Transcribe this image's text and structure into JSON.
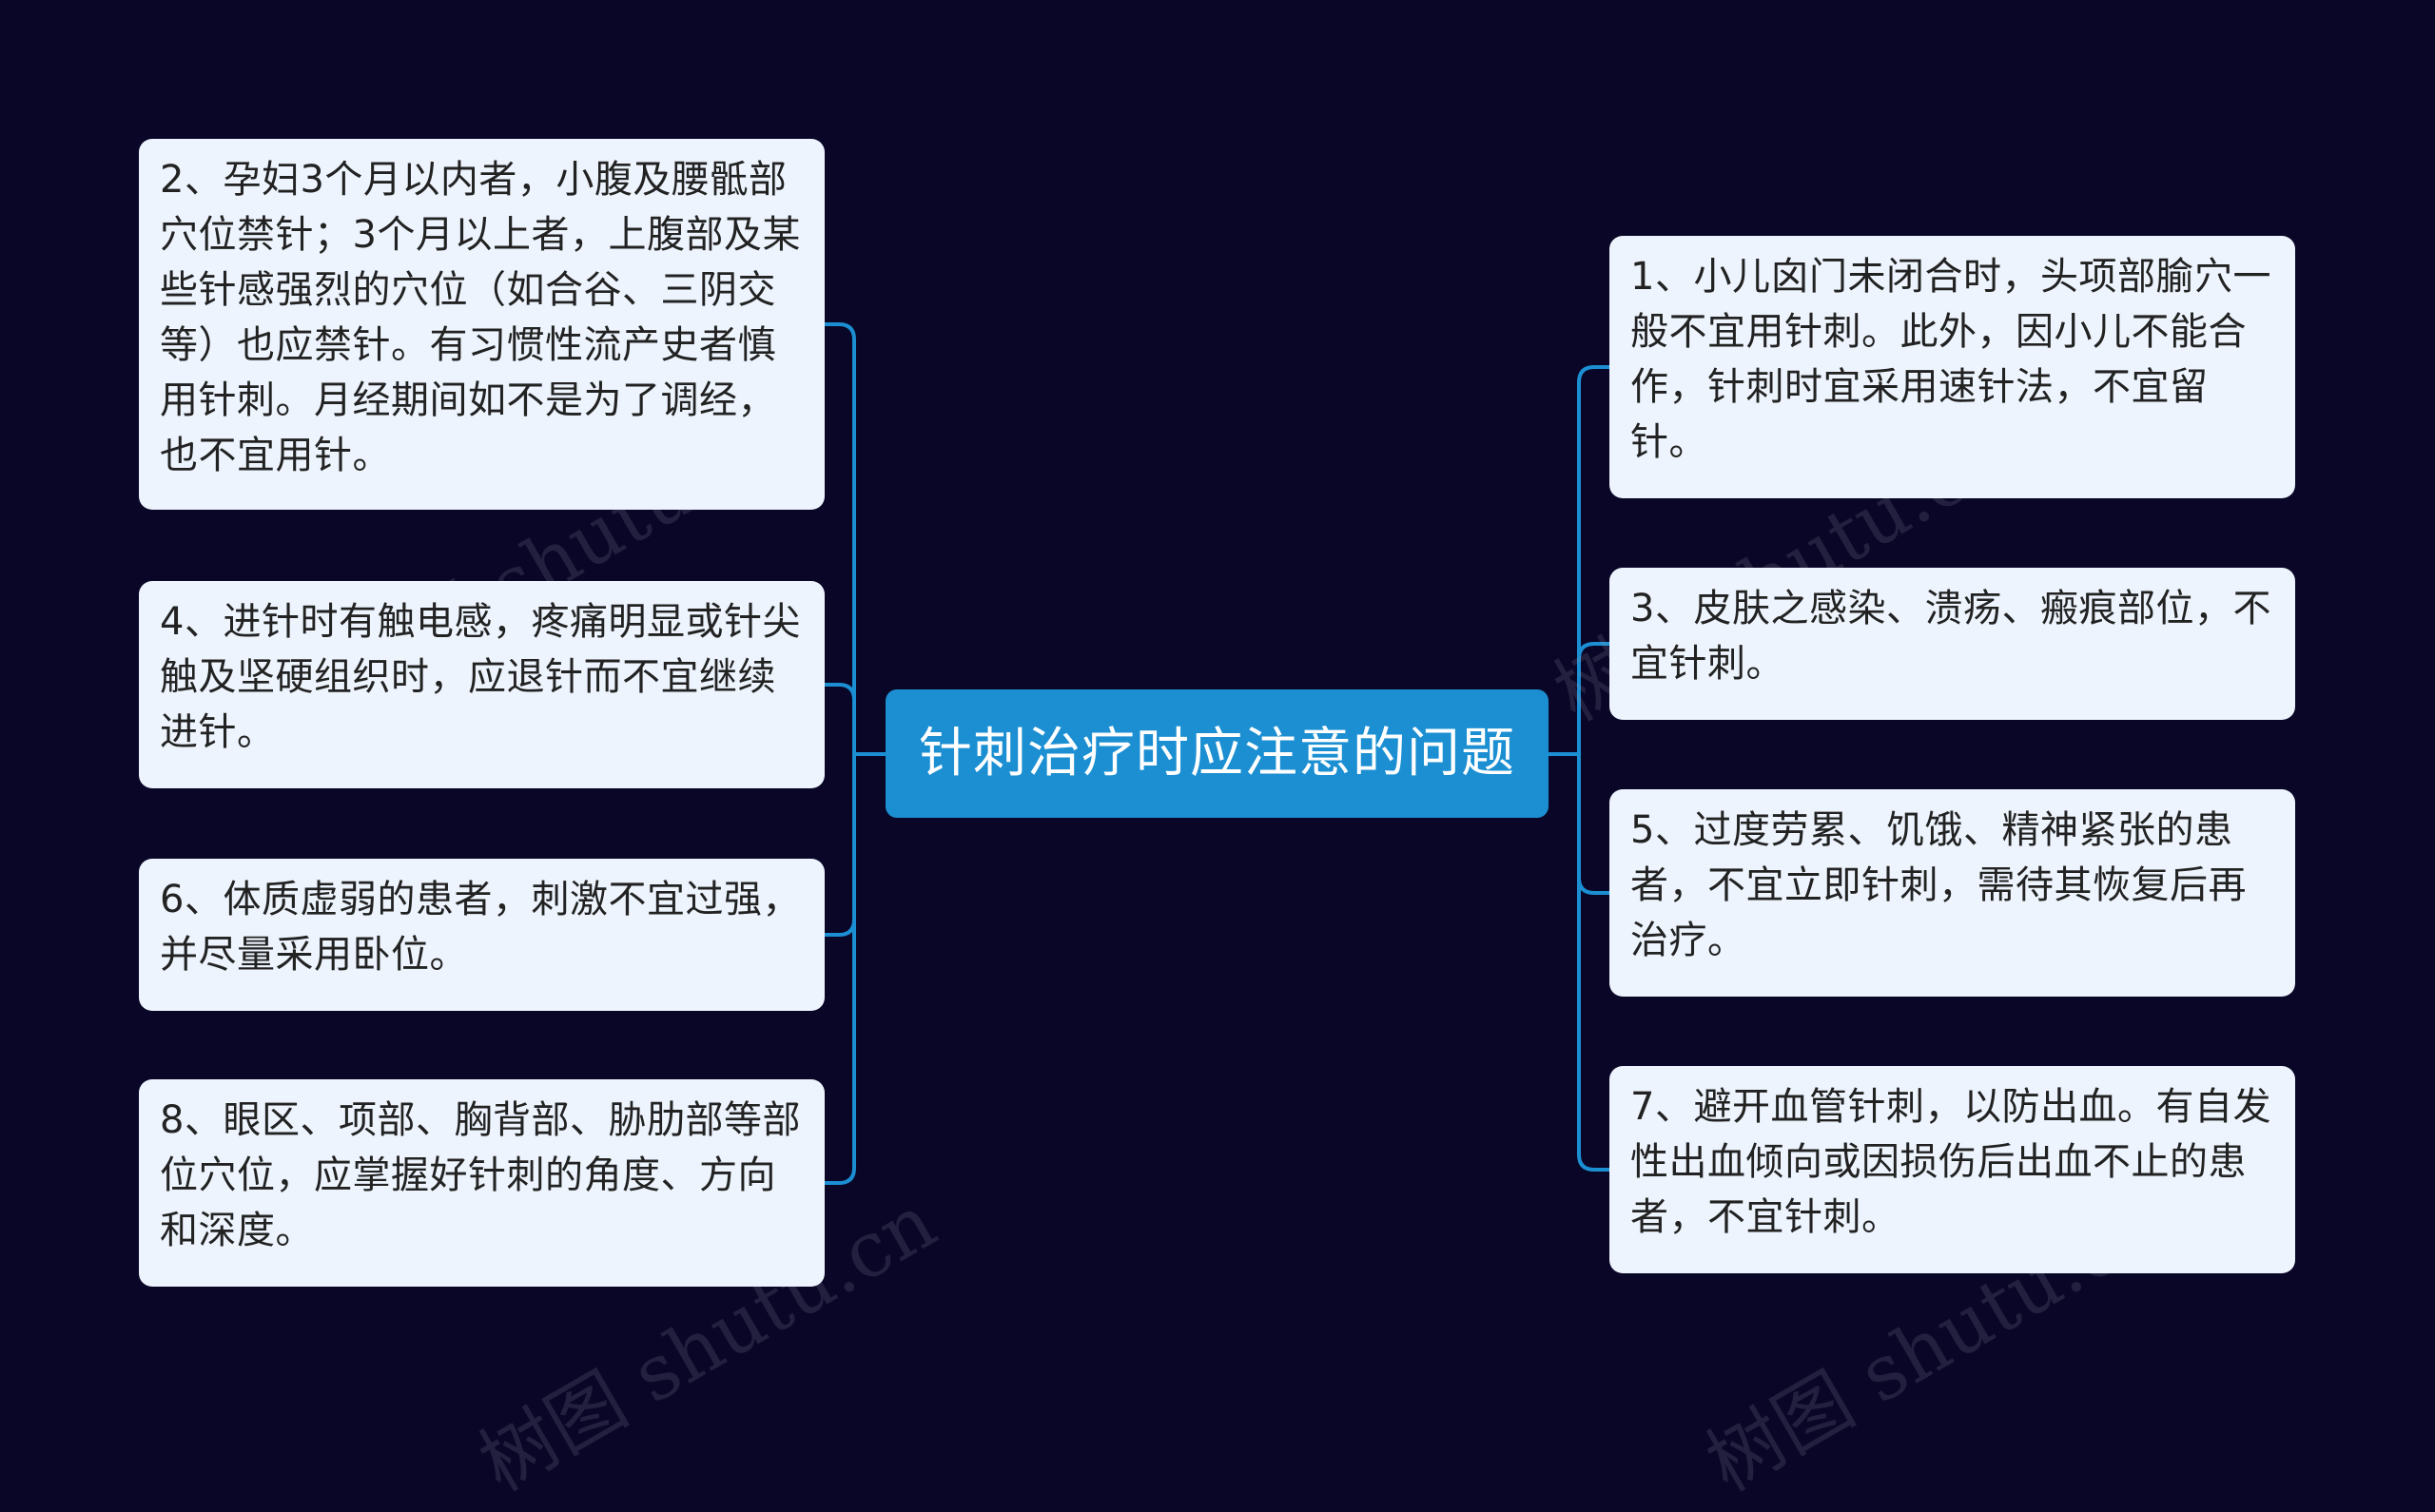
{
  "center": {
    "title": "针刺治疗时应注意的问题"
  },
  "left_topics": [
    {
      "text": "2、孕妇3个月以内者，小腹及腰骶部穴位禁针；3个月以上者，上腹部及某些针感强烈的穴位（如合谷、三阴交等）也应禁针。有习惯性流产史者慎用针刺。月经期间如不是为了调经，也不宜用针。"
    },
    {
      "text": "4、进针时有触电感，疼痛明显或针尖触及坚硬组织时，应退针而不宜继续进针。"
    },
    {
      "text": "6、体质虚弱的患者，刺激不宜过强，并尽量采用卧位。"
    },
    {
      "text": "8、眼区、项部、胸背部、胁肋部等部位穴位，应掌握好针刺的角度、方向和深度。"
    }
  ],
  "right_topics": [
    {
      "text": "1、小儿囟门未闭合时，头项部腧穴一般不宜用针刺。此外，因小儿不能合作，针刺时宜采用速针法，不宜留针。"
    },
    {
      "text": "3、皮肤之感染、溃疡、瘢痕部位，不宜针刺。"
    },
    {
      "text": "5、过度劳累、饥饿、精神紧张的患者，不宜立即针刺，需待其恢复后再治疗。"
    },
    {
      "text": "7、避开血管针刺，以防出血。有自发性出血倾向或因损伤后出血不止的患者，不宜针刺。"
    }
  ],
  "watermark": {
    "text": "树图 shutu.cn"
  },
  "colors": {
    "background": "#0a0627",
    "center": "#1b8fd2",
    "topic": "#edf4fd",
    "connector": "#1b8fd2"
  }
}
